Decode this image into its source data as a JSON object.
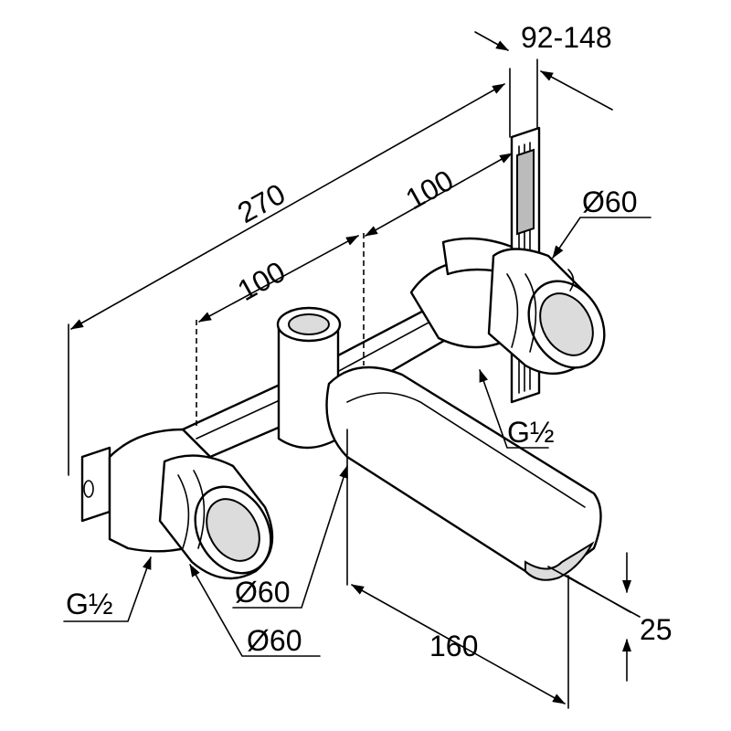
{
  "dimensions": {
    "wall_depth": "92-148",
    "overall_width": "270",
    "spacing_right": "100",
    "spacing_left": "100",
    "rosette_right": "Ø60",
    "rosette_left": "Ø60",
    "spout_diameter": "Ø60",
    "thread_right": "G½",
    "thread_left": "G½",
    "spout_projection": "160",
    "spout_height": "25"
  }
}
